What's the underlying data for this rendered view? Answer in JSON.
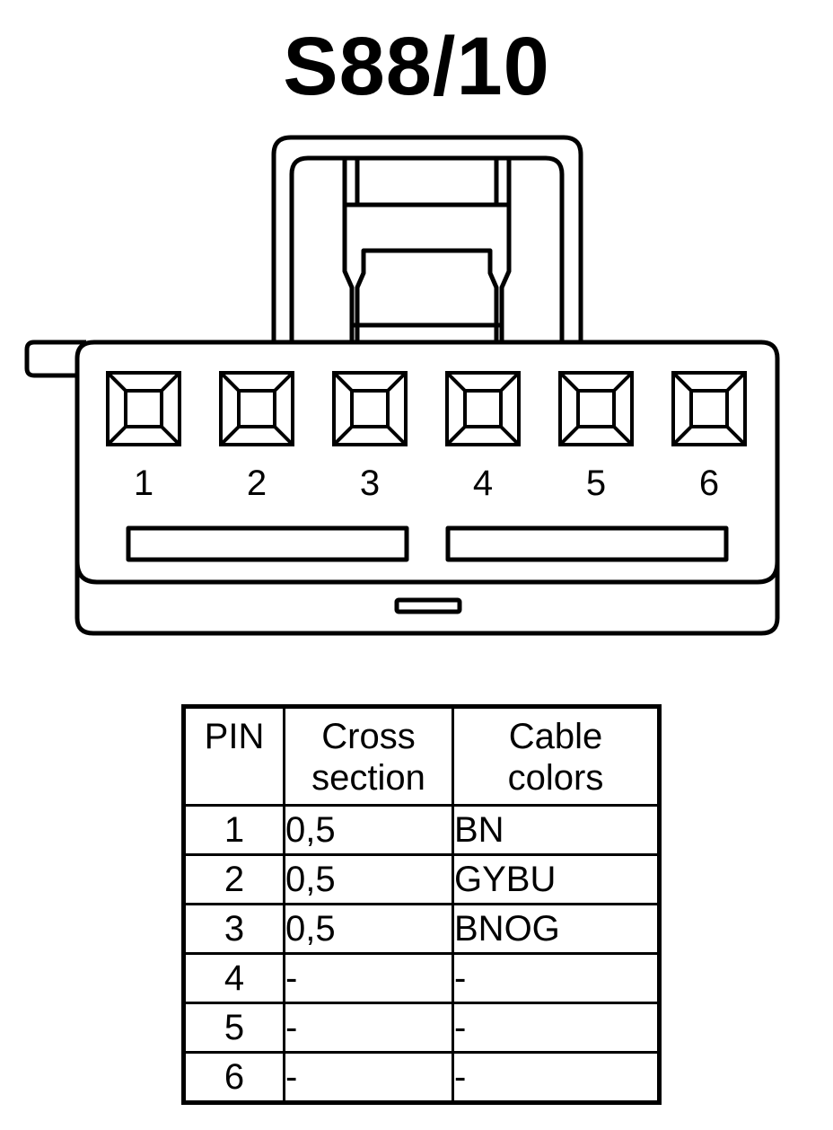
{
  "connector": {
    "title": "S88/10",
    "pins": [
      "1",
      "2",
      "3",
      "4",
      "5",
      "6"
    ]
  },
  "table": {
    "headers": {
      "pin": "PIN",
      "cross_section": [
        "Cross",
        "section"
      ],
      "cable_colors": [
        "Cable",
        "colors"
      ]
    },
    "rows": [
      {
        "pin": "1",
        "cross_section": "0,5",
        "color": "BN"
      },
      {
        "pin": "2",
        "cross_section": "0,5",
        "color": "GYBU"
      },
      {
        "pin": "3",
        "cross_section": "0,5",
        "color": "BNOG"
      },
      {
        "pin": "4",
        "cross_section": "-",
        "color": "-"
      },
      {
        "pin": "5",
        "cross_section": "-",
        "color": "-"
      },
      {
        "pin": "6",
        "cross_section": "-",
        "color": "-"
      }
    ]
  }
}
